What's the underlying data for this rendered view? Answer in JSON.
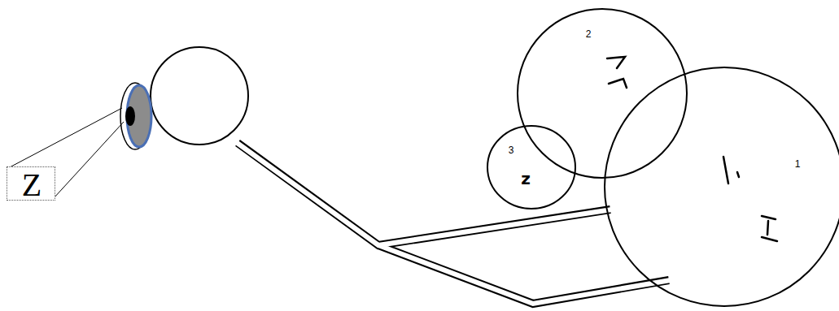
{
  "diagram": {
    "nodes": [
      {
        "text": [
          "Z"
        ]
      },
      {
        "text": [
          "1"
        ]
      },
      {
        "text": [
          "2"
        ]
      },
      {
        "text": [
          "3",
          "z"
        ]
      }
    ]
  }
}
